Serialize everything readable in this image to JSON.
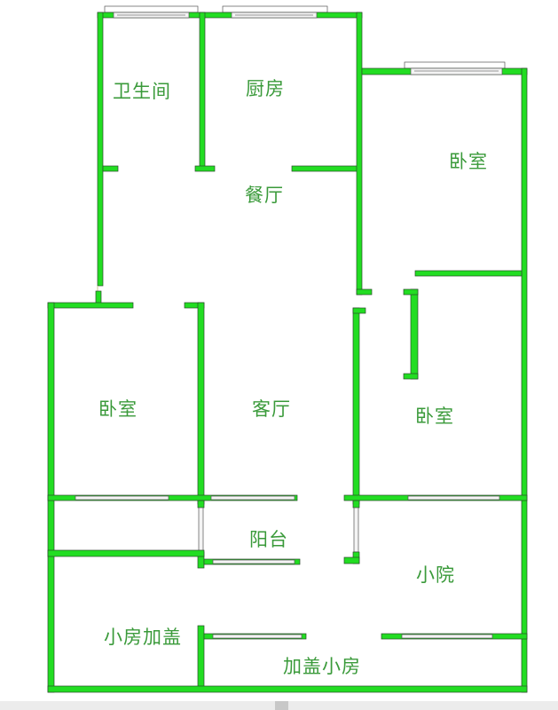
{
  "plan": {
    "colors": {
      "wall": "#22dd22",
      "label": "#3a9a3a"
    },
    "rooms": {
      "bathroom": "卫生间",
      "kitchen": "厨房",
      "bedroom_ne": "卧室",
      "dining": "餐厅",
      "bedroom_w": "卧室",
      "living": "客厅",
      "bedroom_e": "卧室",
      "balcony": "阳台",
      "yard": "小院",
      "extension_w": "小房加盖",
      "extension_s": "加盖小房"
    }
  }
}
